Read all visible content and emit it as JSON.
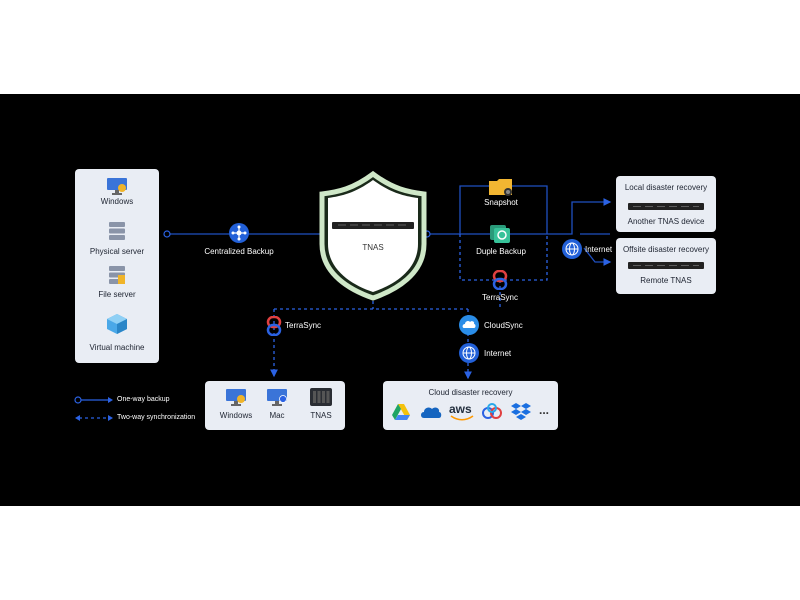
{
  "sources": {
    "items": [
      {
        "label": "Windows",
        "icon": "windows-monitor-icon"
      },
      {
        "label": "Physical server",
        "icon": "physical-server-icon"
      },
      {
        "label": "File server",
        "icon": "file-server-icon"
      },
      {
        "label": "Virtual machine",
        "icon": "virtual-machine-cube-icon"
      }
    ]
  },
  "centralized_backup": {
    "label": "Centralized Backup",
    "icon": "hub-icon"
  },
  "tnas": {
    "label": "TNAS",
    "icon": "shield-icon"
  },
  "snapshot": {
    "label": "Snapshot",
    "icon": "folder-snapshot-icon"
  },
  "duple_backup": {
    "label": "Duple Backup",
    "icon": "duple-backup-icon"
  },
  "terrasync_right": {
    "label": "TerraSync",
    "icon": "terrasync-icon"
  },
  "internet_right": {
    "label": "Internet",
    "icon": "globe-icon"
  },
  "local_dr": {
    "title": "Local disaster recovery",
    "device": "Another TNAS device"
  },
  "offsite_dr": {
    "title": "Offsite disaster recovery",
    "device": "Remote TNAS"
  },
  "terrasync_left": {
    "label": "TerraSync",
    "icon": "terrasync-icon"
  },
  "sync_targets": {
    "items": [
      {
        "label": "Windows",
        "icon": "windows-monitor-icon"
      },
      {
        "label": "Mac",
        "icon": "mac-monitor-icon"
      },
      {
        "label": "TNAS",
        "icon": "tnas-device-icon"
      }
    ]
  },
  "cloudsync": {
    "label": "CloudSync",
    "icon": "cloud-icon"
  },
  "internet_bottom": {
    "label": "Internet",
    "icon": "globe-icon"
  },
  "cloud_dr": {
    "title": "Cloud disaster recovery",
    "providers": [
      "google-drive-icon",
      "onedrive-icon",
      "aws-icon",
      "baidu-icon",
      "dropbox-icon"
    ],
    "aws_text": "aws",
    "more": "..."
  },
  "legend": {
    "one_way": "One-way backup",
    "two_way": "Two-way synchronization"
  },
  "colors": {
    "background": "#000000",
    "card": "#e9edf4",
    "accent_blue": "#1f5ad6",
    "shield_green": "#cfe8c8",
    "terrasync_red": "#e04040"
  }
}
